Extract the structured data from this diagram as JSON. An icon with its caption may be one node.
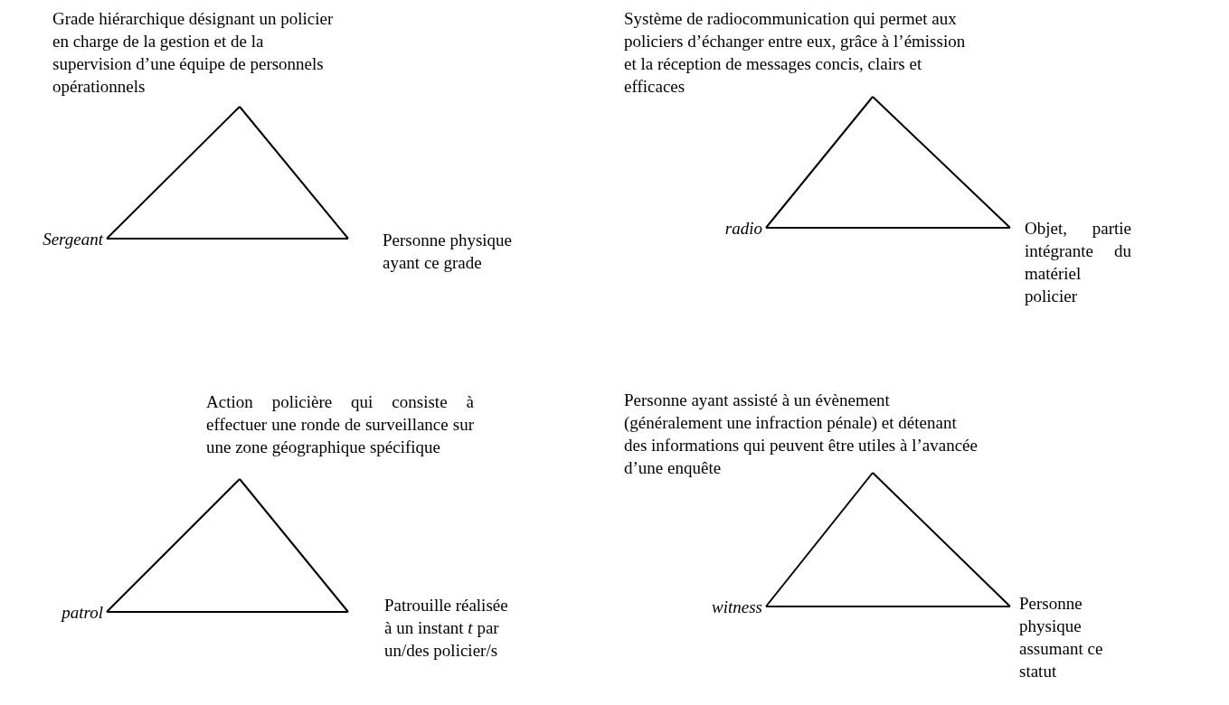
{
  "diagram": {
    "nodes": [
      {
        "text": [
          "Grade hiérarchique désignant un policier en charge de la gestion et de la supervision d’une équipe de personnels opérationnels"
        ]
      },
      {
        "text": [
          "Sergeant"
        ]
      },
      {
        "text": [
          "Personne physique ayant ce grade"
        ]
      },
      {
        "text": [
          "Système de radiocommunication qui permet aux policiers d’échanger entre eux, grâce à l’émission et la réception de messages concis, clairs et efficaces"
        ]
      },
      {
        "text": [
          "radio"
        ]
      },
      {
        "text": [
          "Objet, partie intégrante du matériel policier"
        ]
      },
      {
        "text": [
          "Action policière qui consiste à effectuer une ronde de surveillance sur une zone géographique spécifique"
        ]
      },
      {
        "text": [
          "patrol"
        ]
      },
      {
        "text": [
          "Patrouille réalisée à un instant *t* par un/des policier/s"
        ]
      },
      {
        "text": [
          "Personne ayant assisté à un évènement (généralement une infraction pénale) et détenant des informations qui peuvent être utiles à l’avancée d’une enquête"
        ]
      },
      {
        "text": [
          "witness"
        ]
      },
      {
        "text": [
          "Personne physique assumant ce statut"
        ]
      }
    ],
    "edges": [
      {
        "from": 0,
        "to": 1,
        "arrow": "none"
      },
      {
        "from": 1,
        "to": 2,
        "arrow": "none"
      },
      {
        "from": 2,
        "to": 0,
        "arrow": "none"
      },
      {
        "from": 3,
        "to": 4,
        "arrow": "none"
      },
      {
        "from": 4,
        "to": 5,
        "arrow": "none"
      },
      {
        "from": 5,
        "to": 3,
        "arrow": "none"
      },
      {
        "from": 6,
        "to": 7,
        "arrow": "none"
      },
      {
        "from": 7,
        "to": 8,
        "arrow": "none"
      },
      {
        "from": 8,
        "to": 6,
        "arrow": "none"
      },
      {
        "from": 9,
        "to": 10,
        "arrow": "none"
      },
      {
        "from": 10,
        "to": 11,
        "arrow": "none"
      },
      {
        "from": 11,
        "to": 9,
        "arrow": "none"
      }
    ]
  }
}
